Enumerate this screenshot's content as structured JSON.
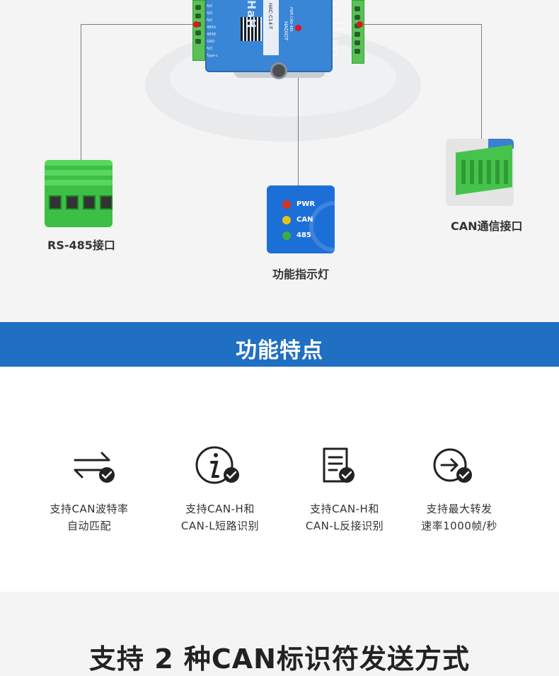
{
  "product": {
    "brand": "HADIOT",
    "model": "HAC-C14-T",
    "port_labels_left": [
      "N/C",
      "N/C",
      "N/C",
      "485A",
      "485B",
      "GND",
      "N/C"
    ],
    "port_label_type": "Type-c",
    "port_labels_right": [
      "N/C",
      "N/C",
      "N/C",
      "CAN-H",
      "CAN-L",
      "GND",
      "N/C",
      "N/C",
      "N/C"
    ],
    "led_mini": [
      "PWR",
      "CAN",
      "485"
    ]
  },
  "callouts": {
    "rs485": "RS-485接口",
    "indicator": "功能指示灯",
    "can": "CAN通信接口"
  },
  "indicator_panel": {
    "leds": [
      {
        "label": "PWR",
        "color": "#d8321f"
      },
      {
        "label": "CAN",
        "color": "#e6c21a"
      },
      {
        "label": "485",
        "color": "#3fae3b"
      }
    ]
  },
  "section_banner": {
    "title": "功能特点"
  },
  "features": [
    {
      "icon": "arrows-exchange-check-icon",
      "line1": "支持CAN波特率",
      "line2": "自动匹配"
    },
    {
      "icon": "info-check-icon",
      "line1": "支持CAN-H和",
      "line2": "CAN-L短路识别"
    },
    {
      "icon": "document-check-icon",
      "line1": "支持CAN-H和",
      "line2": "CAN-L反接识别"
    },
    {
      "icon": "arrow-circle-check-icon",
      "line1": "支持最大转发",
      "line2": "速率1000帧/秒"
    }
  ],
  "bottom_heading": "支持 2 种CAN标识符发送方式",
  "colors": {
    "accent": "#1f6fc2",
    "dot": "#e0141e",
    "text": "#333333"
  }
}
